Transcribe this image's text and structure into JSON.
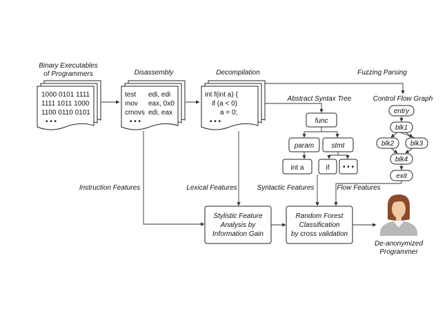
{
  "stages": {
    "binary": {
      "title_line1": "Binary Executables",
      "title_line2": "of Programmers",
      "lines": [
        "1000 0101 1111",
        "1111 1011 1000",
        "1100 0110 0101",
        "• • •"
      ]
    },
    "disassembly": {
      "title": "Disassembly",
      "rows": [
        {
          "op": "test",
          "args": "edi,  edi"
        },
        {
          "op": "mov",
          "args": "eax, 0x0"
        },
        {
          "op": "cmovs",
          "args": "edi, eax"
        }
      ],
      "ellipsis": "• • •"
    },
    "decompilation": {
      "title": "Decompilation",
      "lines": [
        "int f(int a) {",
        "if (a < 0)",
        "a = 0;",
        "• • •"
      ]
    }
  },
  "fuzzing_label": "Fuzzing Parsing",
  "ast": {
    "title": "Abstract Syntax Tree",
    "root": "func",
    "param": "param",
    "stmt": "stmt",
    "leaf_int": "int a",
    "leaf_if": "if",
    "leaf_more": "• • •"
  },
  "cfg": {
    "title": "Control Flow Graph",
    "nodes": [
      "entry",
      "blk1",
      "blk2",
      "blk3",
      "blk4",
      "exit"
    ]
  },
  "features": {
    "instruction": "Instruction Features",
    "lexical": "Lexical Features",
    "syntactic": "Syntactic Features",
    "flow": "Flow Features"
  },
  "stylistic_box": [
    "Stylistic Feature",
    "Analysis by",
    "Information Gain"
  ],
  "random_forest_box": [
    "Random Forest",
    "Classification",
    "by cross validation"
  ],
  "output": {
    "line1": "De-anonymized",
    "line2": "Programmer"
  }
}
